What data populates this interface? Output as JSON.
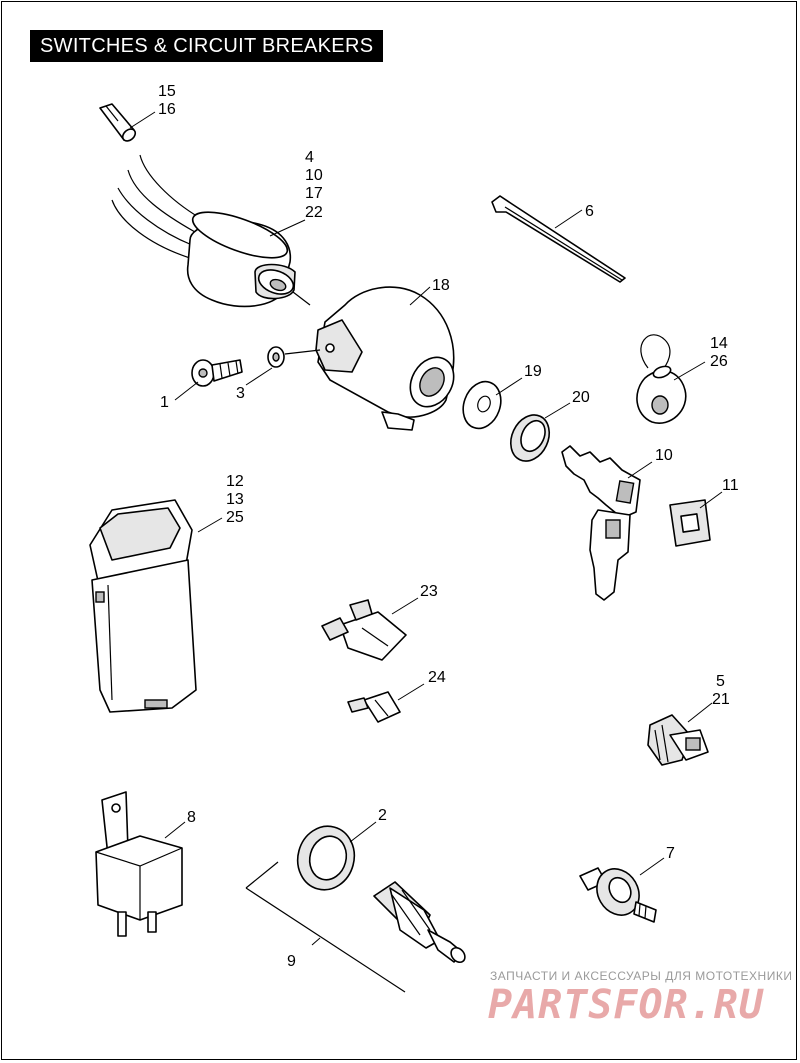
{
  "title": "SWITCHES & CIRCUIT BREAKERS",
  "callouts": [
    {
      "id": "c15",
      "text": "15"
    },
    {
      "id": "c16",
      "text": "16"
    },
    {
      "id": "c4",
      "text": "4"
    },
    {
      "id": "c10a",
      "text": "10"
    },
    {
      "id": "c17",
      "text": "17"
    },
    {
      "id": "c22",
      "text": "22"
    },
    {
      "id": "c6",
      "text": "6"
    },
    {
      "id": "c18",
      "text": "18"
    },
    {
      "id": "c14",
      "text": "14"
    },
    {
      "id": "c26",
      "text": "26"
    },
    {
      "id": "c1",
      "text": "1"
    },
    {
      "id": "c3",
      "text": "3"
    },
    {
      "id": "c19",
      "text": "19"
    },
    {
      "id": "c20",
      "text": "20"
    },
    {
      "id": "c10b",
      "text": "10"
    },
    {
      "id": "c11",
      "text": "11"
    },
    {
      "id": "c12",
      "text": "12"
    },
    {
      "id": "c13",
      "text": "13"
    },
    {
      "id": "c25",
      "text": "25"
    },
    {
      "id": "c23",
      "text": "23"
    },
    {
      "id": "c24",
      "text": "24"
    },
    {
      "id": "c5",
      "text": "5"
    },
    {
      "id": "c21",
      "text": "21"
    },
    {
      "id": "c8",
      "text": "8"
    },
    {
      "id": "c2",
      "text": "2"
    },
    {
      "id": "c7",
      "text": "7"
    },
    {
      "id": "c9",
      "text": "9"
    }
  ],
  "watermark": {
    "line1": "ЗАПЧАСТИ И АКСЕССУАРЫ ДЛЯ МОТОТЕХНИКИ",
    "line2": "PARTSFOR.RU"
  }
}
